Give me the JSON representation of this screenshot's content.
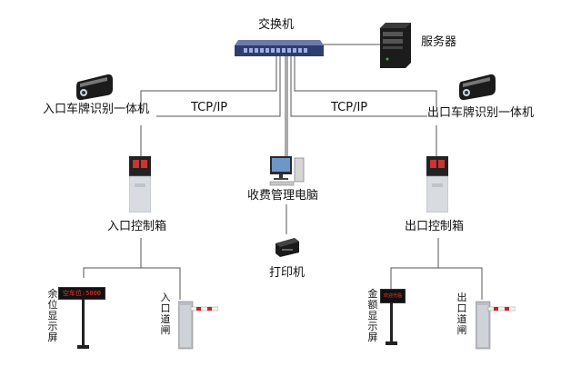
{
  "labels": {
    "switch": "交换机",
    "server": "服务器",
    "entry_cam": "入口车牌识别一体机",
    "exit_cam": "出口车牌识别一体机",
    "tcp_left": "TCP/IP",
    "tcp_right": "TCP/IP",
    "pc": "收费管理电脑",
    "printer": "打印机",
    "entry_box": "入口控制箱",
    "exit_box": "出口控制箱",
    "spaces_display": "余位显示屏",
    "entry_gate": "入口道闸",
    "fee_display": "金额显示屏",
    "exit_gate": "出口道闸",
    "led_left_text": "空车位:5000",
    "led_right_text": "欢迎光临"
  },
  "colors": {
    "line": "#555555",
    "switch_body": "#3a4a78",
    "led_bg": "#111111",
    "led_text": "#ff3030",
    "gate_body": "#b9bcc2",
    "gate_stripe": "#cc2222"
  }
}
